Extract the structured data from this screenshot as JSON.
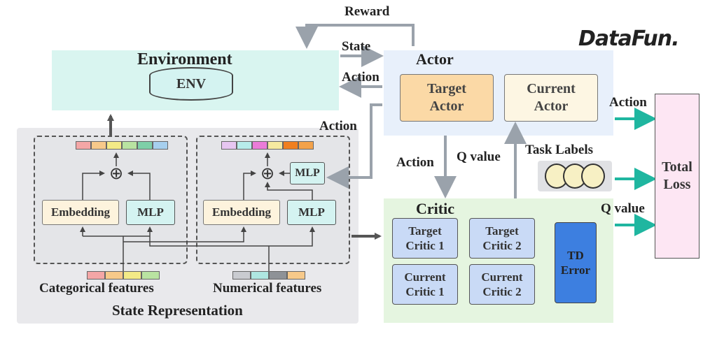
{
  "logo": {
    "text": "DataFun.",
    "color": "#f39c12"
  },
  "environment": {
    "title": "Environment",
    "env_label": "ENV"
  },
  "actor": {
    "title": "Actor",
    "target": "Target\nActor",
    "current": "Current\nActor"
  },
  "critic": {
    "title": "Critic",
    "target1": "Target\nCritic 1",
    "target2": "Target\nCritic 2",
    "current1": "Current\nCritic 1",
    "current2": "Current\nCritic 2",
    "td_error": "TD\nError"
  },
  "state_representation": {
    "title": "State Representation",
    "categorical_label": "Categorical features",
    "numerical_label": "Numerical features",
    "embedding_left": "Embedding",
    "mlp_left": "MLP",
    "embedding_right": "Embedding",
    "mlp_right": "MLP",
    "mlp_action": "MLP",
    "plus_symbol": "⊕"
  },
  "task_labels": {
    "title": "Task Labels"
  },
  "total_loss": {
    "label": "Total\nLoss"
  },
  "arrow_labels": {
    "reward": "Reward",
    "state": "State",
    "action_to_env": "Action",
    "action_to_mlp": "Action",
    "action_to_critic": "Action",
    "q_value_to_actor": "Q value",
    "action_to_loss": "Action",
    "q_value_to_loss": "Q value"
  },
  "colors": {
    "environment_bg": "#d9f5f0",
    "actor_bg": "#e8f0fb",
    "critic_bg": "#e5f5e0",
    "state_bg": "#e9e9ec",
    "target_actor": "#fbd9a6",
    "current_actor": "#fdf6e3",
    "critic_box": "#c9daf6",
    "td_error": "#3d7fe0",
    "embedding": "#fdf3dd",
    "mlp": "#d4f3f1",
    "total_loss": "#fde6f3",
    "teal_arrow": "#1fb6a0",
    "gray_arrow": "#9aa2ab",
    "task_label_fill": "#f7f0c4"
  },
  "feature_bars": {
    "left_top": [
      "#f4a6a6",
      "#f7c98a",
      "#f3ea87",
      "#b9e3a1",
      "#7ecfa8",
      "#a6cfee"
    ],
    "right_top": [
      "#e7c6f1",
      "#b7ecea",
      "#ea7cd8",
      "#f6eaa0",
      "#f07f1f",
      "#f3a24a"
    ],
    "categorical": [
      "#f4a6a6",
      "#f7c98a",
      "#f3ea87",
      "#b9e3a1"
    ],
    "numerical": [
      "#c9cbd0",
      "#aee6e0",
      "#8e9297",
      "#f7c98a"
    ]
  }
}
